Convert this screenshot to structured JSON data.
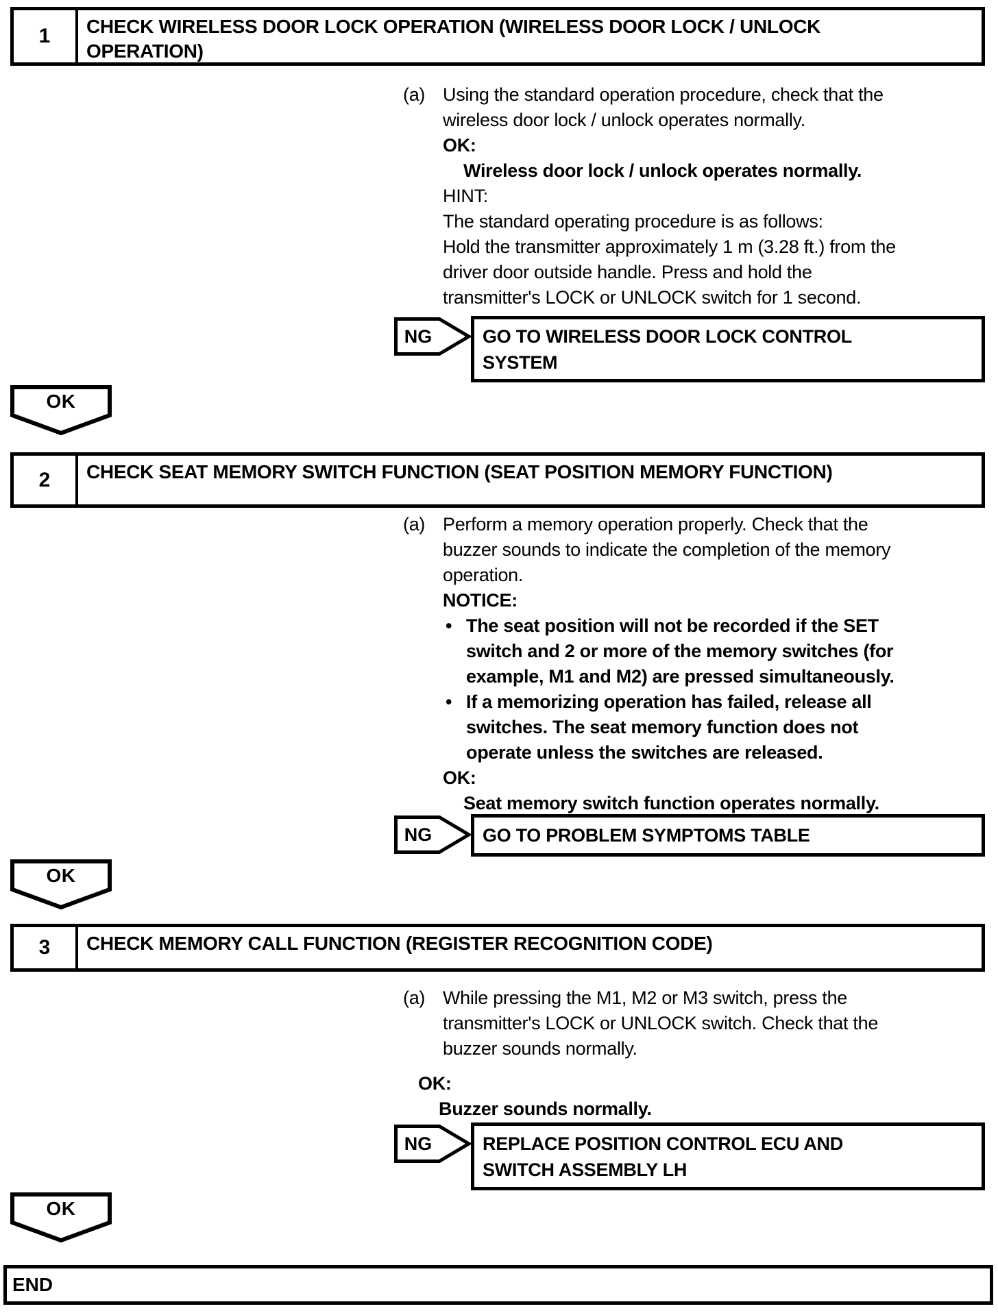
{
  "glyphs": {
    "bullet": "•"
  },
  "colors": {
    "ink": "#000000",
    "paper": "#ffffff"
  },
  "steps": [
    {
      "number": "1",
      "title": "CHECK WIRELESS DOOR LOCK OPERATION (WIRELESS DOOR LOCK / UNLOCK\nOPERATION)",
      "item_label": "(a)",
      "item_text": "Using the standard operation procedure, check that the\nwireless door lock / unlock operates normally.",
      "ok_label": "OK:",
      "ok_result": "Wireless door lock / unlock operates normally.",
      "hint_label": "HINT:",
      "hint_text": "The standard operating procedure is as follows:\nHold the transmitter approximately 1 m (3.28 ft.) from the\ndriver door outside handle. Press and hold the\ntransmitter's LOCK or UNLOCK switch for 1 second.",
      "ng_label": "NG",
      "ng_action": "GO TO WIRELESS DOOR LOCK CONTROL\nSYSTEM",
      "ok_marker": "OK"
    },
    {
      "number": "2",
      "title": "CHECK SEAT MEMORY SWITCH FUNCTION (SEAT POSITION MEMORY FUNCTION)",
      "item_label": "(a)",
      "item_text": "Perform a memory operation properly. Check that the\nbuzzer sounds to indicate the completion of the memory\noperation.",
      "notice_label": "NOTICE:",
      "bullets": [
        "The seat position will not be recorded if the SET\nswitch and 2 or more of the memory switches (for\nexample, M1 and M2) are pressed simultaneously.",
        "If a memorizing operation has failed, release all\nswitches. The seat memory function does not\noperate unless the switches are released."
      ],
      "ok_label": "OK:",
      "ok_result": "Seat memory switch function operates normally.",
      "ng_label": "NG",
      "ng_action": "GO TO PROBLEM SYMPTOMS TABLE",
      "ok_marker": "OK"
    },
    {
      "number": "3",
      "title": "CHECK MEMORY CALL FUNCTION (REGISTER RECOGNITION CODE)",
      "item_label": "(a)",
      "item_text": "While pressing the M1, M2 or M3 switch, press the\ntransmitter's LOCK or UNLOCK switch. Check that the\nbuzzer sounds normally.",
      "ok_label": "OK:",
      "ok_result": "Buzzer sounds normally.",
      "ng_label": "NG",
      "ng_action": "REPLACE POSITION CONTROL ECU AND\nSWITCH ASSEMBLY LH",
      "ok_marker": "OK"
    }
  ],
  "end_label": "END"
}
